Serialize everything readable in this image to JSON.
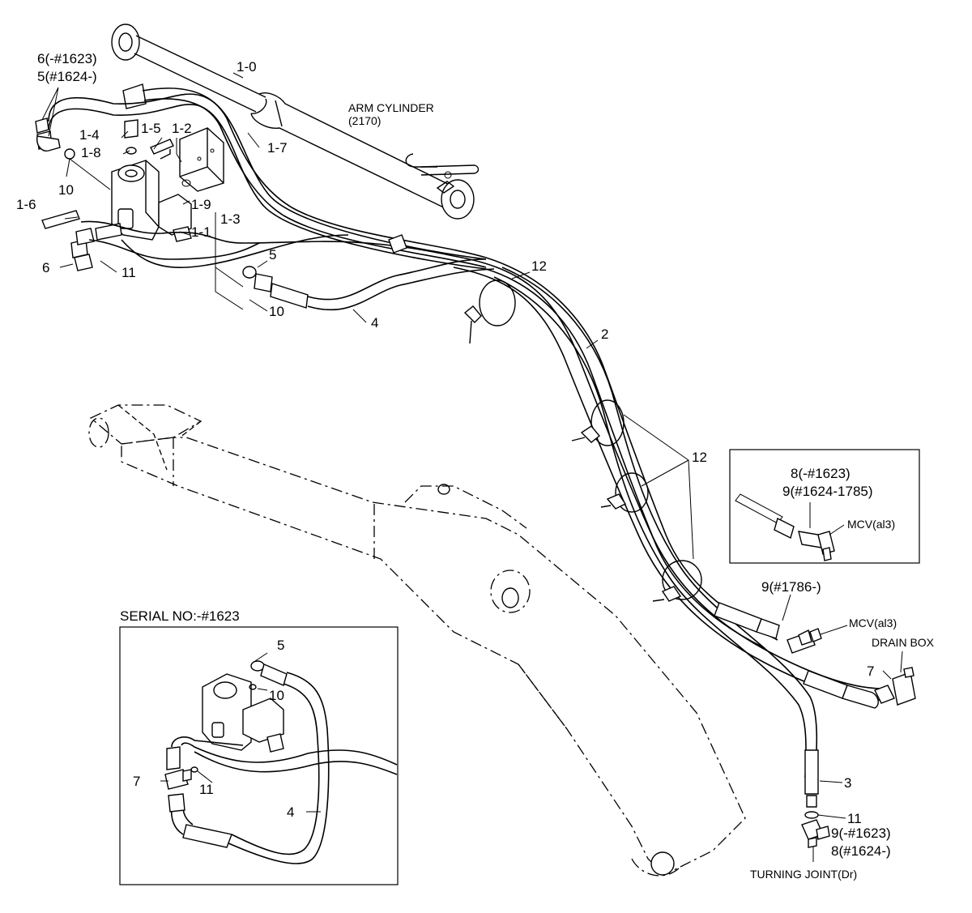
{
  "labels": {
    "l_1_0": "1-0",
    "arm_cyl_1": "ARM CYLINDER",
    "arm_cyl_2": "(2170)",
    "l_6a": "6(-#1623)",
    "l_5a": "5(#1624-)",
    "l_1_4": "1-4",
    "l_1_5": "1-5",
    "l_1_2": "1-2",
    "l_1_8": "1-8",
    "l_1_7": "1-7",
    "l_10a": "10",
    "l_1_6": "1-6",
    "l_1_9": "1-9",
    "l_1_3": "1-3",
    "l_1_1": "1-1",
    "l_6b": "6",
    "l_11a": "11",
    "l_5b": "5",
    "l_10b": "10",
    "l_4a": "4",
    "l_12a": "12",
    "l_2": "2",
    "l_12b": "12",
    "inset_8": "8(-#1623)",
    "inset_9": "9(#1624-1785)",
    "inset_mcv": "MCV(al3)",
    "l_9_1786": "9(#1786-)",
    "mcv_main": "MCV(al3)",
    "drain_box": "DRAIN BOX",
    "l_7a": "7",
    "l_3": "3",
    "l_11b": "11",
    "l_9b": "9(-#1623)",
    "l_8b": "8(#1624-)",
    "turning_joint": "TURNING JOINT(Dr)",
    "serial_title": "SERIAL NO:-#1623",
    "s_5": "5",
    "s_10": "10",
    "s_7": "7",
    "s_11": "11",
    "s_4": "4"
  }
}
